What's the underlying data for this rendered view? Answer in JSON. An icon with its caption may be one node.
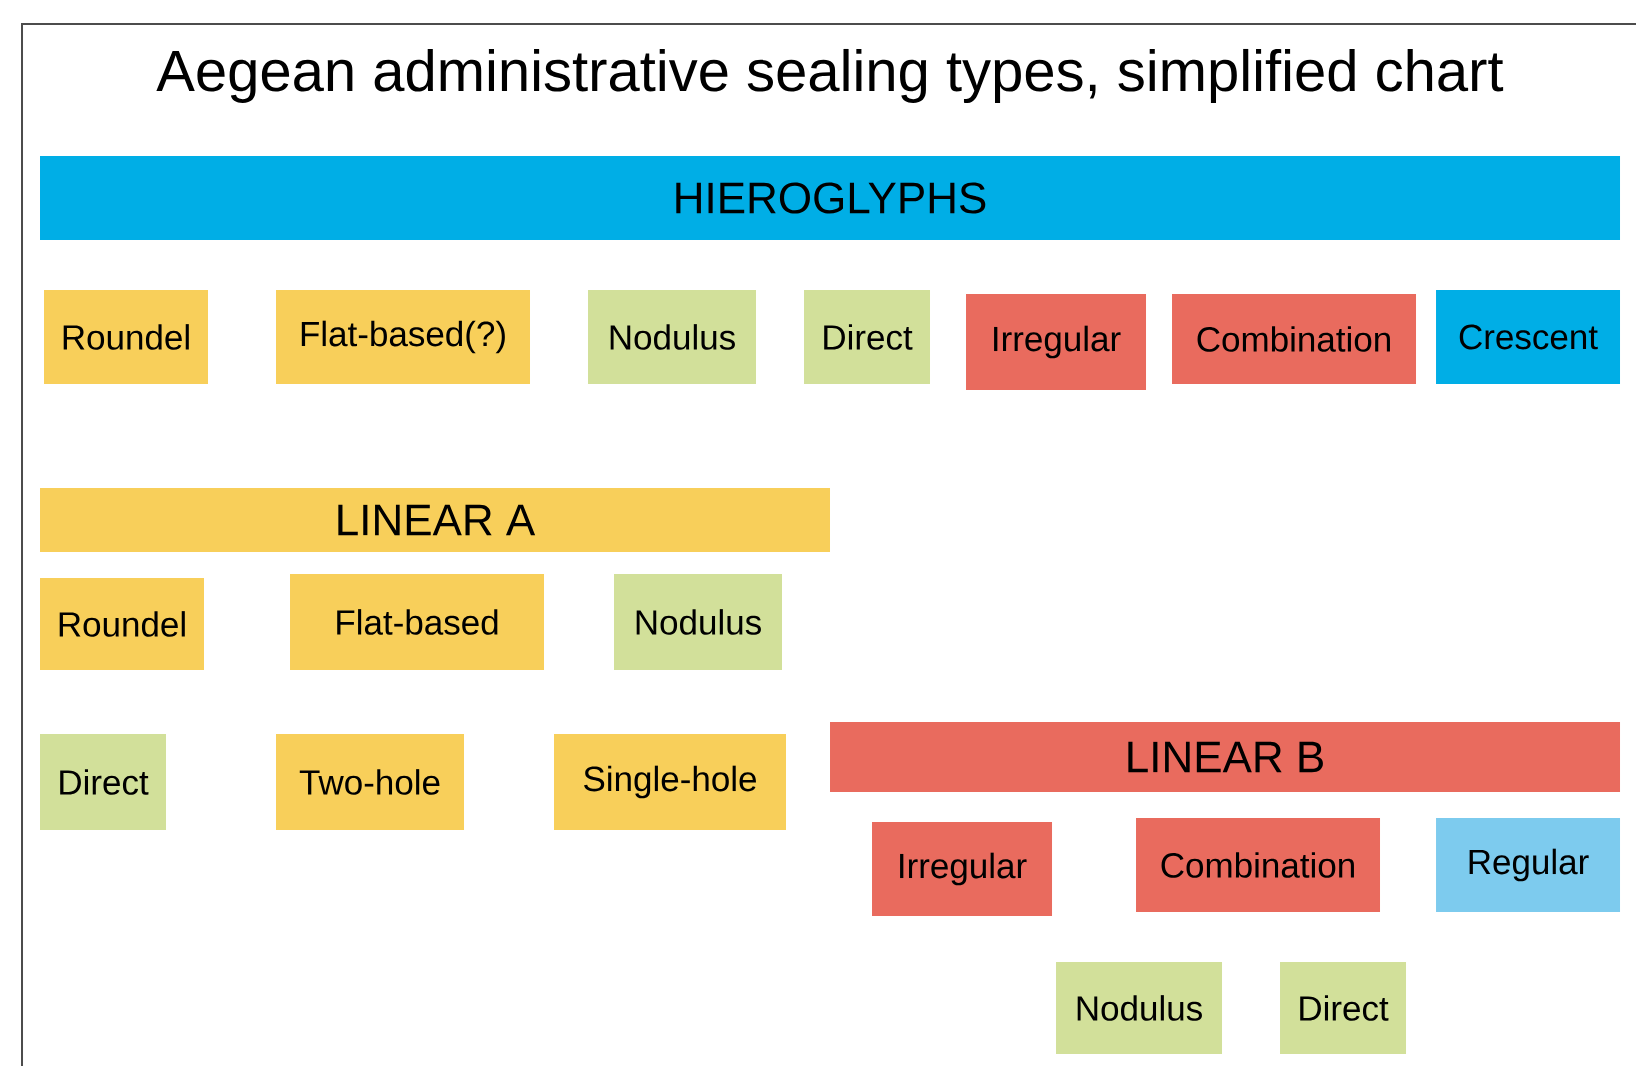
{
  "diagram": {
    "title": "Aegean administrative sealing types, simplified chart",
    "nodes": [
      {
        "text": [
          "HIEROGLYPHS"
        ]
      },
      {
        "text": [
          "Roundel"
        ]
      },
      {
        "text": [
          "Flat-based(?)"
        ]
      },
      {
        "text": [
          "Nodulus"
        ]
      },
      {
        "text": [
          "Direct"
        ]
      },
      {
        "text": [
          "Irregular"
        ]
      },
      {
        "text": [
          "Combination"
        ]
      },
      {
        "text": [
          "Crescent"
        ]
      },
      {
        "text": [
          "LINEAR A"
        ]
      },
      {
        "text": [
          "Roundel"
        ]
      },
      {
        "text": [
          "Flat-based"
        ]
      },
      {
        "text": [
          "Nodulus"
        ]
      },
      {
        "text": [
          "Direct"
        ]
      },
      {
        "text": [
          "Two-hole"
        ]
      },
      {
        "text": [
          "Single-hole"
        ]
      },
      {
        "text": [
          "LINEAR B"
        ]
      },
      {
        "text": [
          "Irregular"
        ]
      },
      {
        "text": [
          "Combination"
        ]
      },
      {
        "text": [
          "Regular"
        ]
      },
      {
        "text": [
          "Nodulus"
        ]
      },
      {
        "text": [
          "Direct"
        ]
      }
    ],
    "edges": []
  }
}
